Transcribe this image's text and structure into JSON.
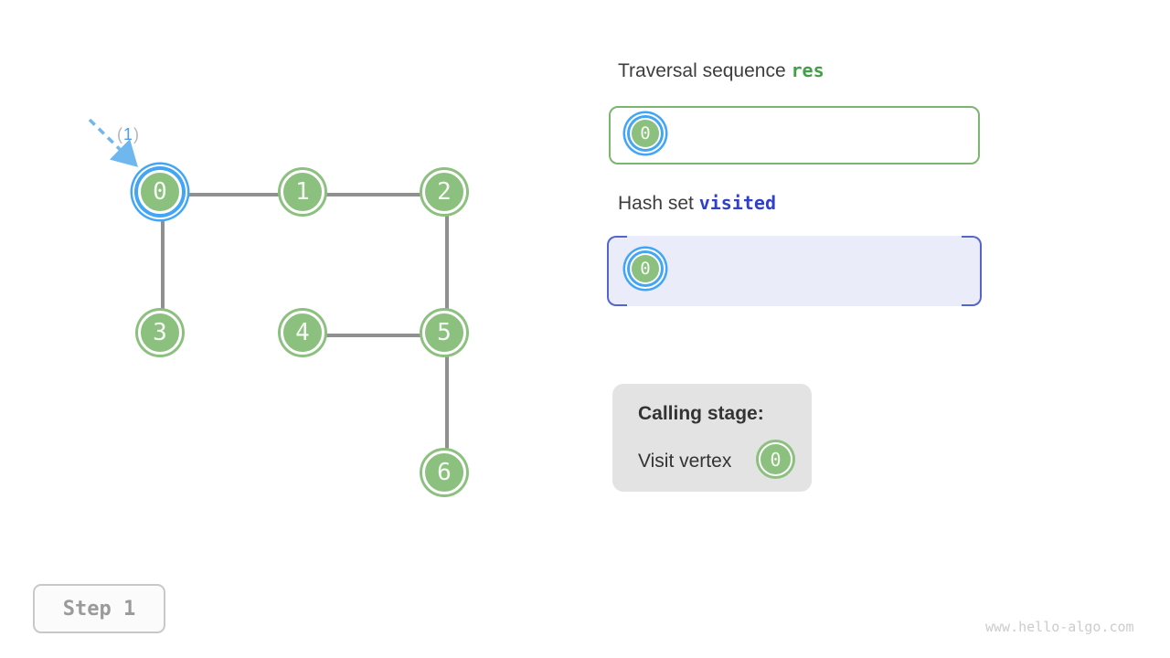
{
  "watermark": "www.hello-algo.com",
  "step_badge": {
    "label": "Step 1"
  },
  "graph": {
    "annotation": {
      "open": "(",
      "number": "1",
      "close": ")"
    },
    "vertices": [
      {
        "label": "0",
        "highlighted": true
      },
      {
        "label": "1",
        "highlighted": false
      },
      {
        "label": "2",
        "highlighted": false
      },
      {
        "label": "3",
        "highlighted": false
      },
      {
        "label": "4",
        "highlighted": false
      },
      {
        "label": "5",
        "highlighted": false
      },
      {
        "label": "6",
        "highlighted": false
      }
    ],
    "edges": [
      [
        0,
        1
      ],
      [
        1,
        2
      ],
      [
        0,
        3
      ],
      [
        2,
        5
      ],
      [
        4,
        5
      ],
      [
        5,
        6
      ]
    ]
  },
  "traversal_panel": {
    "title": "Traversal sequence",
    "code_label": "res",
    "items": [
      {
        "label": "0",
        "highlighted": true
      }
    ]
  },
  "visited_panel": {
    "title": "Hash set",
    "code_label": "visited",
    "items": [
      {
        "label": "0",
        "highlighted": true
      }
    ]
  },
  "calling_panel": {
    "title": "Calling stage:",
    "action": "Visit vertex",
    "vertex_label": "0"
  },
  "colors": {
    "vertex_green": "#8cc07f",
    "highlight_blue": "#42a5f5",
    "edge_gray": "#909090",
    "code_green": "#43a047",
    "code_blue": "#3140c9",
    "visited_fill": "#eaedf9",
    "visited_border": "#5565cf",
    "arrow_blue": "#6fb7ef"
  }
}
